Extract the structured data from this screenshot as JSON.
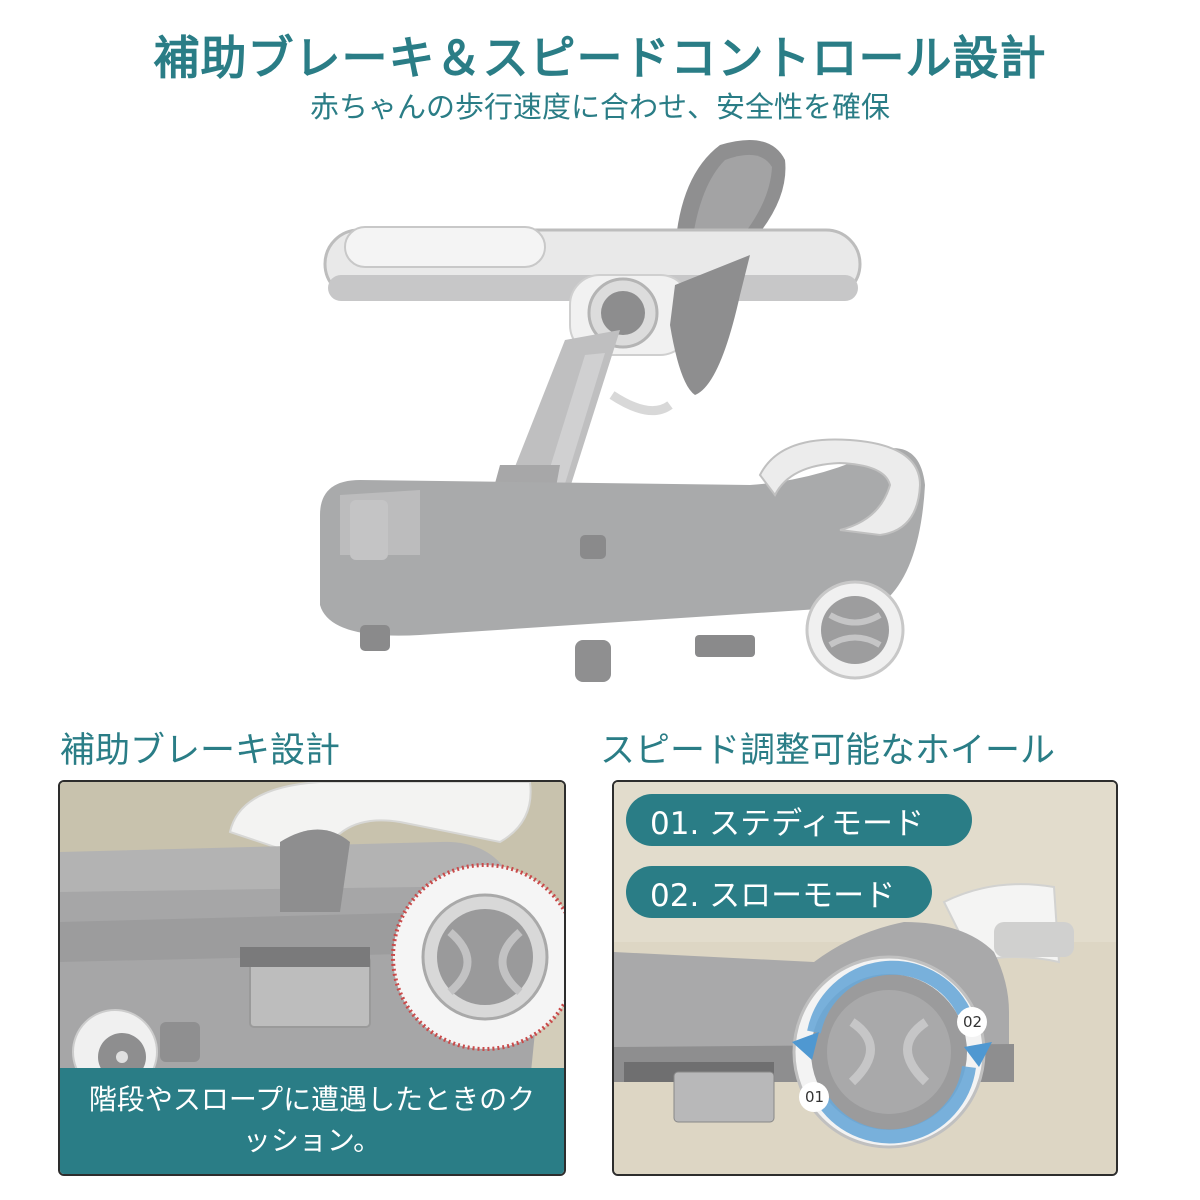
{
  "header": {
    "title": "補助ブレーキ＆スピードコントロール設計",
    "subtitle": "赤ちゃんの歩行速度に合わせ、安全性を確保"
  },
  "left_section": {
    "heading": "補助ブレーキ設計",
    "caption": "階段やスロープに遭遇したときのクッション。"
  },
  "right_section": {
    "heading": "スピード調整可能なホイール",
    "modes": [
      {
        "label": "01. ステディモード"
      },
      {
        "label": "02. スローモード"
      }
    ],
    "rotation_labels": [
      "02",
      "01"
    ]
  },
  "colors": {
    "teal": "#2a7d86",
    "teal_dark": "#1f6f78",
    "walker_gray": "#a9aaab",
    "panel_bg": "#d9d3c2",
    "arrow_blue": "#6aa9d8"
  }
}
